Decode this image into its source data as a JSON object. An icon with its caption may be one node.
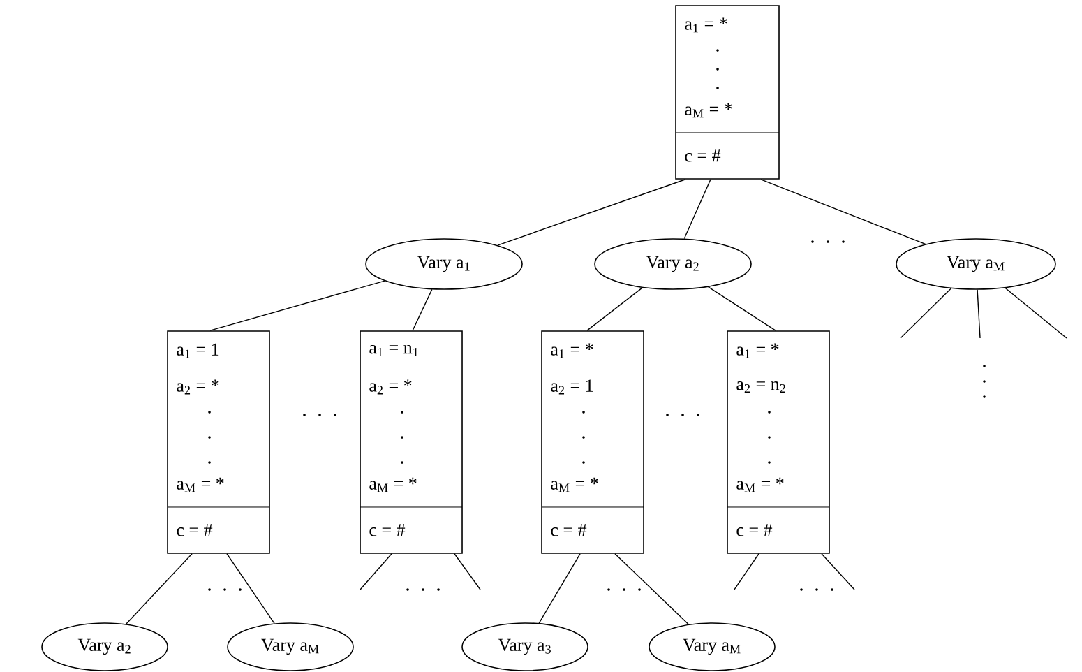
{
  "diagram": {
    "nodes": [
      {
        "text": [
          "a$_{1}$ = *",
          "a$_{M}$ = *",
          "c = #"
        ]
      },
      {
        "text": [
          "Vary a$_{1}$"
        ]
      },
      {
        "text": [
          "Vary a$_{2}$"
        ]
      },
      {
        "text": [
          "Vary a$_{M}$"
        ]
      },
      {
        "text": [
          "a$_{1}$ = 1",
          "a$_{2}$ = *",
          "a$_{M}$ = *",
          "c = #"
        ]
      },
      {
        "text": [
          "a$_{1}$ = n$_{1}$",
          "a$_{2}$ = *",
          "a$_{M}$ = *",
          "c = #"
        ]
      },
      {
        "text": [
          "a$_{1}$ = *",
          "a$_{2}$ = 1",
          "a$_{M}$ = *",
          "c = #"
        ]
      },
      {
        "text": [
          "a$_{1}$ = *",
          "a$_{2}$ = n$_{2}$",
          "a$_{M}$ = *",
          "c = #"
        ]
      },
      {
        "text": [
          "Vary a$_{2}$"
        ]
      },
      {
        "text": [
          "Vary a$_{M}$"
        ]
      },
      {
        "text": [
          "Vary a$_{3}$"
        ]
      },
      {
        "text": [
          "Vary a$_{M}$"
        ]
      }
    ],
    "edges": [
      {
        "from": 0,
        "to": 1,
        "arrow": "none"
      },
      {
        "from": 0,
        "to": 2,
        "arrow": "none"
      },
      {
        "from": 0,
        "to": 3,
        "arrow": "none"
      },
      {
        "from": 1,
        "to": 4,
        "arrow": "none"
      },
      {
        "from": 1,
        "to": 5,
        "arrow": "none"
      },
      {
        "from": 2,
        "to": 6,
        "arrow": "none"
      },
      {
        "from": 2,
        "to": 7,
        "arrow": "none"
      },
      {
        "from": 3,
        "to": null,
        "arrow": "none"
      },
      {
        "from": 3,
        "to": null,
        "arrow": "none"
      },
      {
        "from": 3,
        "to": null,
        "arrow": "none"
      },
      {
        "from": 4,
        "to": 8,
        "arrow": "none"
      },
      {
        "from": 4,
        "to": 9,
        "arrow": "none"
      },
      {
        "from": 5,
        "to": null,
        "arrow": "none"
      },
      {
        "from": 5,
        "to": null,
        "arrow": "none"
      },
      {
        "from": 6,
        "to": 10,
        "arrow": "none"
      },
      {
        "from": 6,
        "to": 11,
        "arrow": "none"
      },
      {
        "from": 7,
        "to": null,
        "arrow": "none"
      },
      {
        "from": 7,
        "to": null,
        "arrow": "none"
      }
    ]
  }
}
